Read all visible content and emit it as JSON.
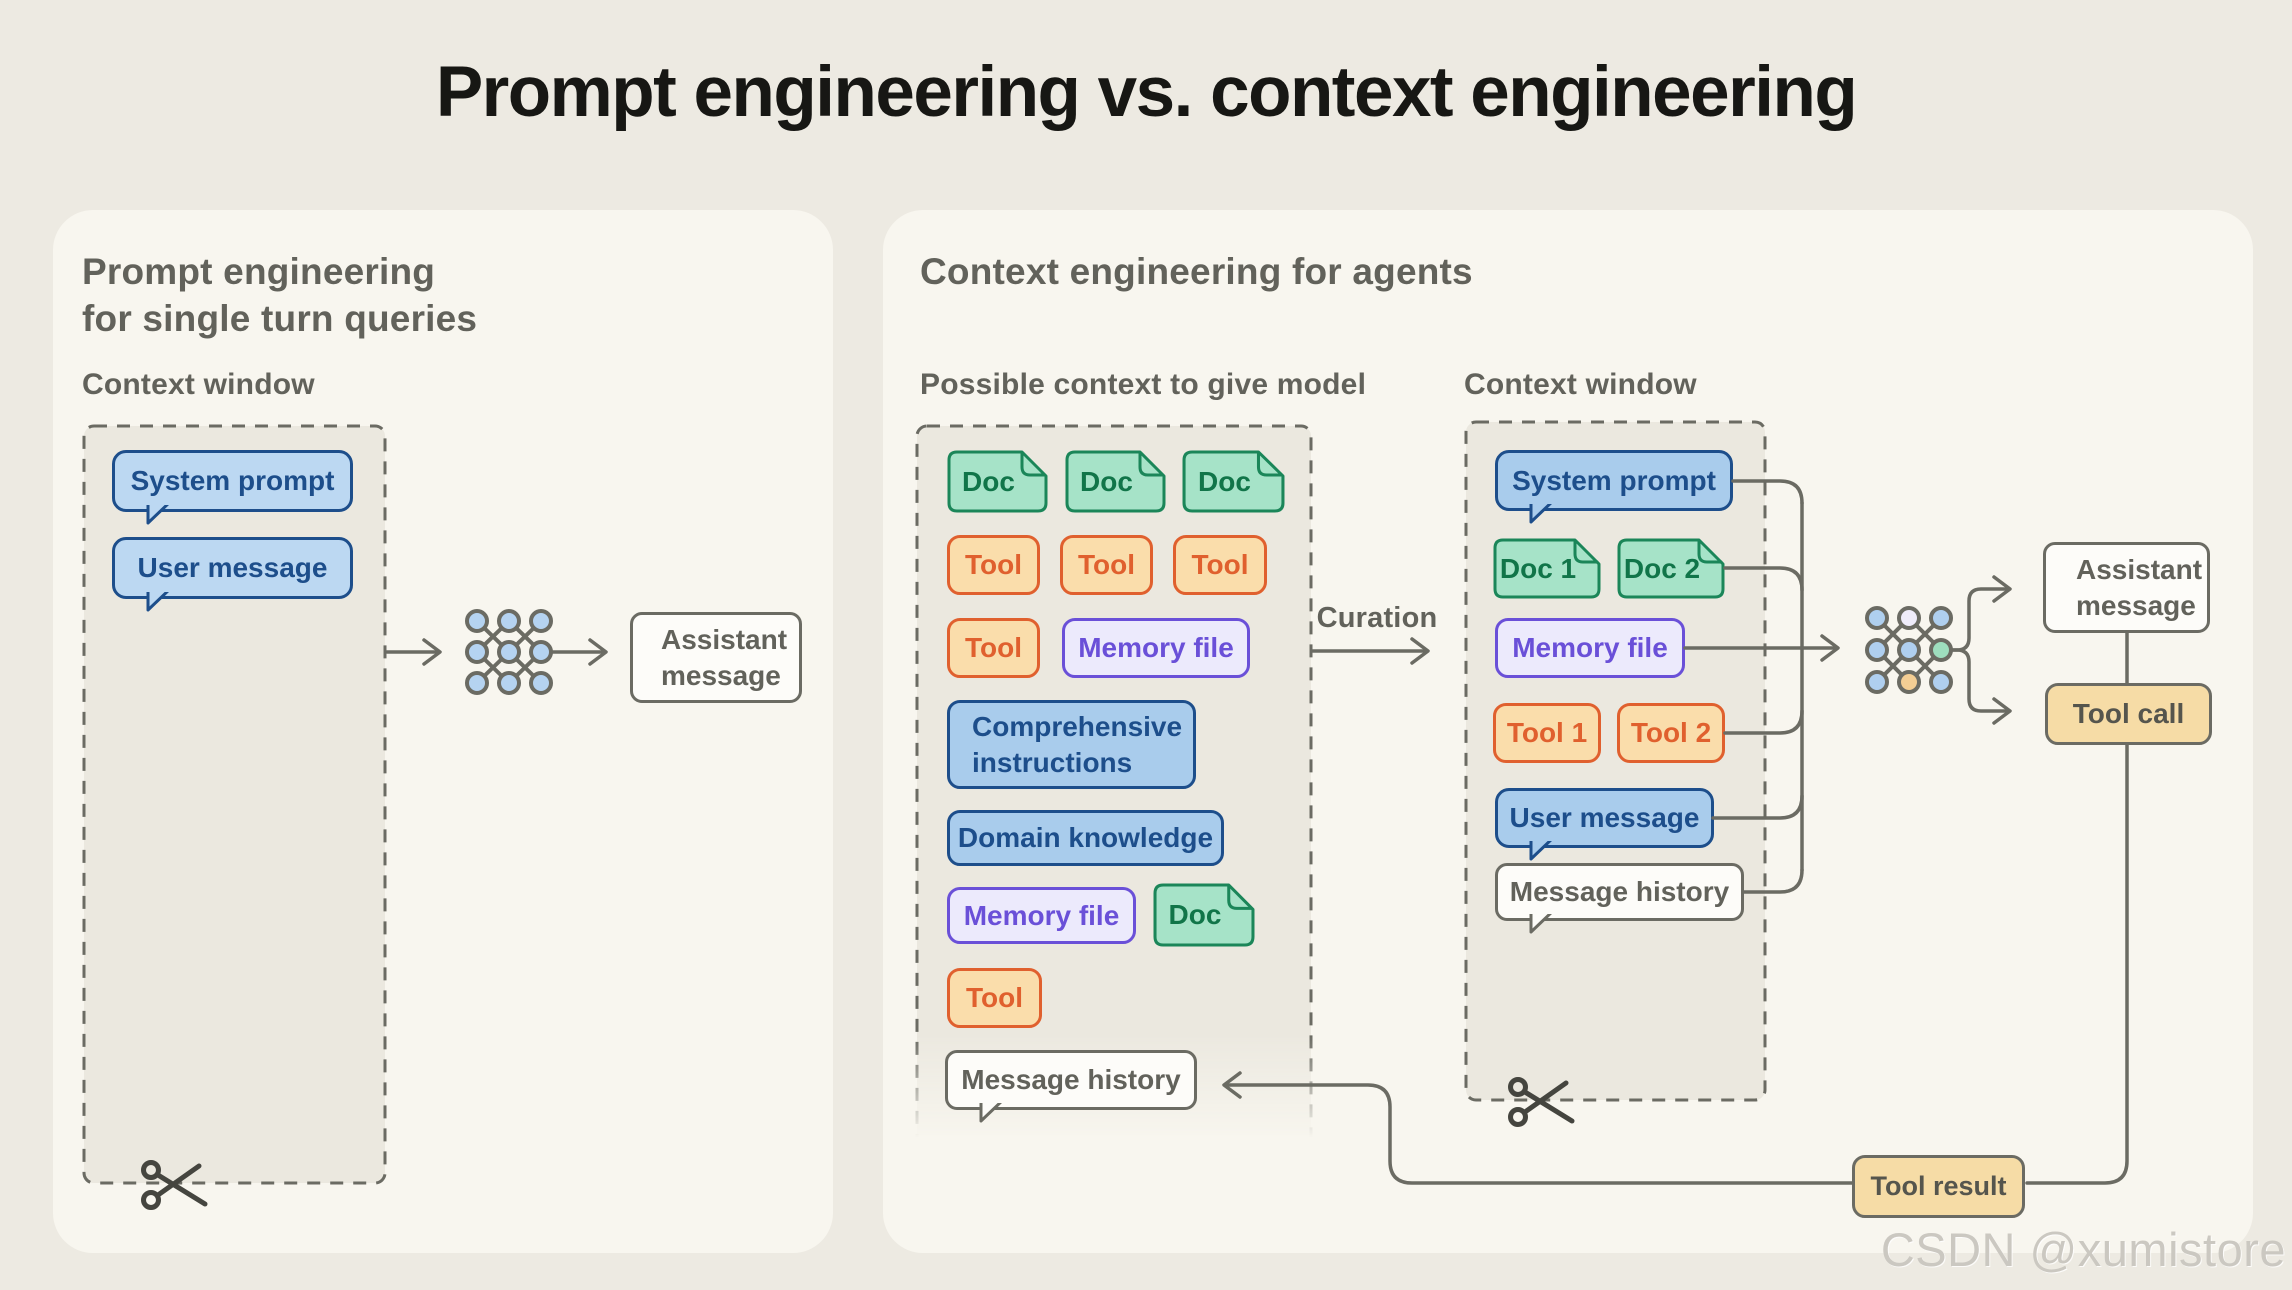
{
  "title": "Prompt engineering vs. context engineering",
  "watermark": "CSDN @xumistore",
  "left_panel": {
    "heading_line1": "Prompt engineering",
    "heading_line2": "for single turn queries",
    "context_window_label": "Context window",
    "system_prompt": "System prompt",
    "user_message": "User message",
    "assistant_message": "Assistant message"
  },
  "right_panel": {
    "heading": "Context engineering for agents",
    "possible_context_label": "Possible context to give model",
    "context_window_label": "Context window",
    "curation_label": "Curation",
    "possible_context": {
      "doc1": "Doc",
      "doc2": "Doc",
      "doc3": "Doc",
      "tool1": "Tool",
      "tool2": "Tool",
      "tool3": "Tool",
      "tool4": "Tool",
      "memory_file1": "Memory file",
      "comprehensive_instructions": "Comprehensive instructions",
      "domain_knowledge": "Domain knowledge",
      "memory_file2": "Memory file",
      "doc4": "Doc",
      "tool5": "Tool",
      "message_history": "Message history"
    },
    "context_window": {
      "system_prompt": "System prompt",
      "doc1": "Doc 1",
      "doc2": "Doc 2",
      "memory_file": "Memory file",
      "tool1": "Tool 1",
      "tool2": "Tool 2",
      "user_message": "User message",
      "message_history": "Message history"
    },
    "assistant_message": "Assistant message",
    "tool_call": "Tool call",
    "tool_result": "Tool result"
  },
  "icons": {
    "model_icon": "neural-network-icon",
    "scissors_icon": "scissors-icon",
    "arrow_icon": "arrow-right-icon"
  },
  "colors": {
    "background": "#EDEAE2",
    "card": "#F8F6EF",
    "dashed_box_bg": "#EBE8DF",
    "line_gray": "#6B6B63",
    "heading_gray": "#62625B",
    "navy": "#1D4E8B",
    "bubble_blue": "#BCD8F2",
    "box_blue": "#A9CCEC",
    "doc_green_fill": "#A6E3C8",
    "doc_green_border": "#1B8659",
    "tool_orange_fill": "#FADDAB",
    "tool_orange_border": "#E0602E",
    "memory_purple_fill": "#ECEAFC",
    "memory_purple_border": "#6A50D8",
    "tan_fill": "#F6DCA6",
    "nn_green": "#9EDEBE",
    "nn_orange": "#F4CE94",
    "nn_lavender": "#EFECFA"
  }
}
